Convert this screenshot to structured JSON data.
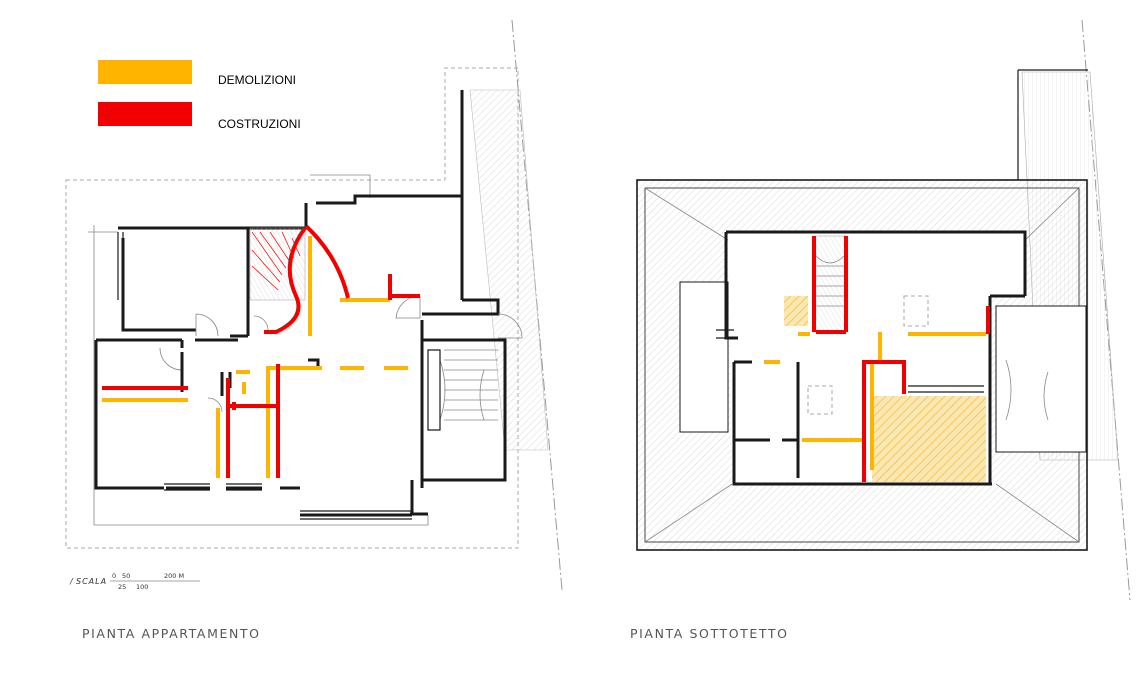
{
  "legend": {
    "items": [
      {
        "label": "DEMOLIZIONI",
        "color": "#FFB400"
      },
      {
        "label": "COSTRUZIONI",
        "color": "#F20000"
      }
    ]
  },
  "plans": [
    {
      "title": "PIANTA  APPARTAMENTO"
    },
    {
      "title": "PIANTA  SOTTOTETTO"
    }
  ],
  "scale": {
    "label": "SCALA",
    "ticks_top": [
      "0",
      "50",
      "200 M"
    ],
    "ticks_bottom": [
      "25",
      "100"
    ]
  },
  "colors": {
    "demolition": "#FFB400",
    "construction": "#F20000",
    "wall": "#1A1A1A",
    "hatch": "#F2D15A"
  }
}
